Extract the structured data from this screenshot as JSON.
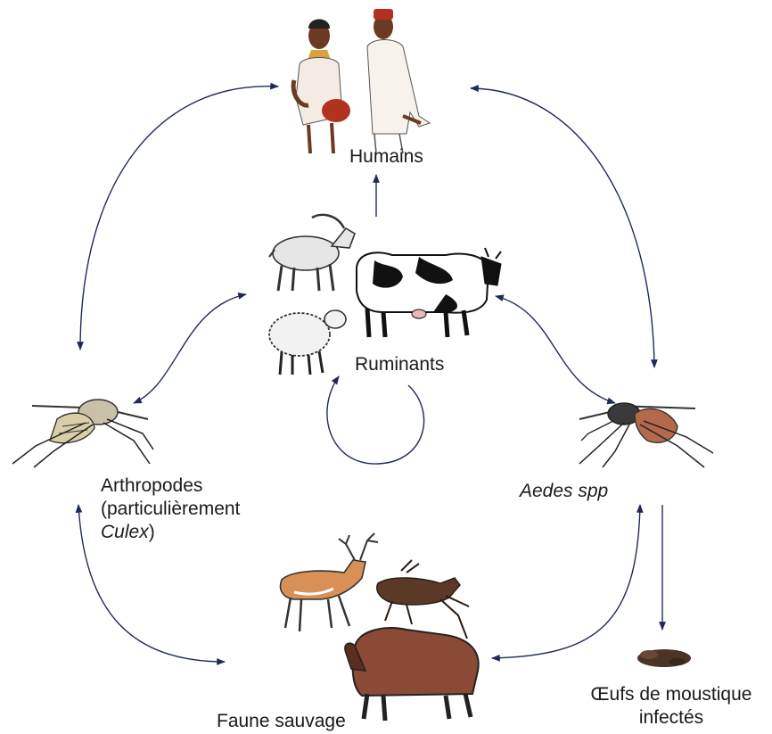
{
  "labels": {
    "humans": "Humains",
    "ruminants": "Ruminants",
    "arthropods_line1": "Arthropodes",
    "arthropods_line2": "(particulièrement",
    "arthropods_culex": "Culex",
    "arthropods_paren": ")",
    "aedes": "Aedes spp",
    "eggs_line1": "Œufs de moustique",
    "eggs_line2": "infectés",
    "wildlife": "Faune sauvage"
  },
  "colors": {
    "arrow": "#1f2a5a",
    "text": "#1a1a1a",
    "skin": "#6b3a22",
    "cloth_red": "#b3321f",
    "deer": "#d89056",
    "bison": "#8a4a36",
    "antelope": "#5a3a26",
    "egg": "#4b3326"
  },
  "icons": {
    "humans": "people-illustration",
    "ruminants": "goat-sheep-cow-illustration",
    "arthropods": "culex-mosquito-illustration",
    "aedes": "aedes-mosquito-illustration",
    "wildlife": "deer-antelope-bison-illustration",
    "eggs": "mosquito-eggs-illustration"
  }
}
